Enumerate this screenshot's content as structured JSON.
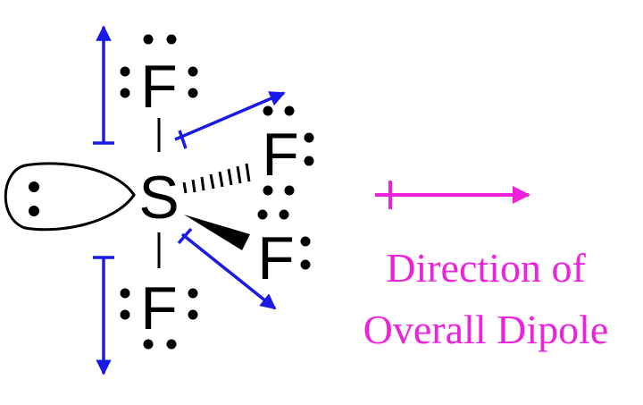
{
  "atoms": {
    "central": "S",
    "top": "F",
    "bottom": "F",
    "right_hashed": "F",
    "right_wedge": "F"
  },
  "legend": {
    "line1": "Direction of",
    "line2": "Overall Dipole"
  },
  "colors": {
    "bond": "#000000",
    "dipole_arrow": "#1a1ae6",
    "overall_dipole": "#ee22dd",
    "lone_pair": "#000000"
  }
}
